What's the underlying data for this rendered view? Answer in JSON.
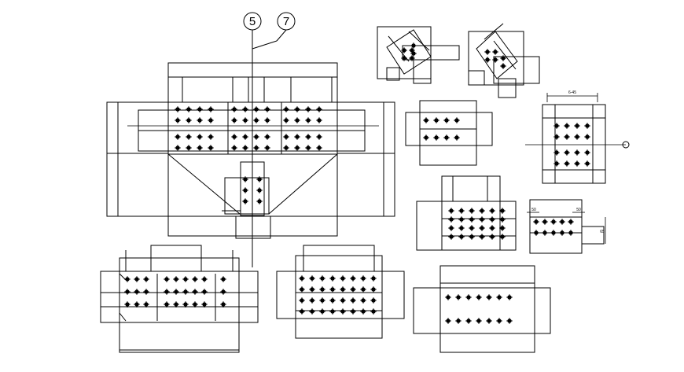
{
  "drawing": {
    "callouts": [
      {
        "label": "5"
      },
      {
        "label": "7"
      }
    ],
    "dimensions": [
      {
        "label": "6-45"
      },
      {
        "label": "50"
      },
      {
        "label": "50"
      },
      {
        "label": "65"
      }
    ]
  }
}
